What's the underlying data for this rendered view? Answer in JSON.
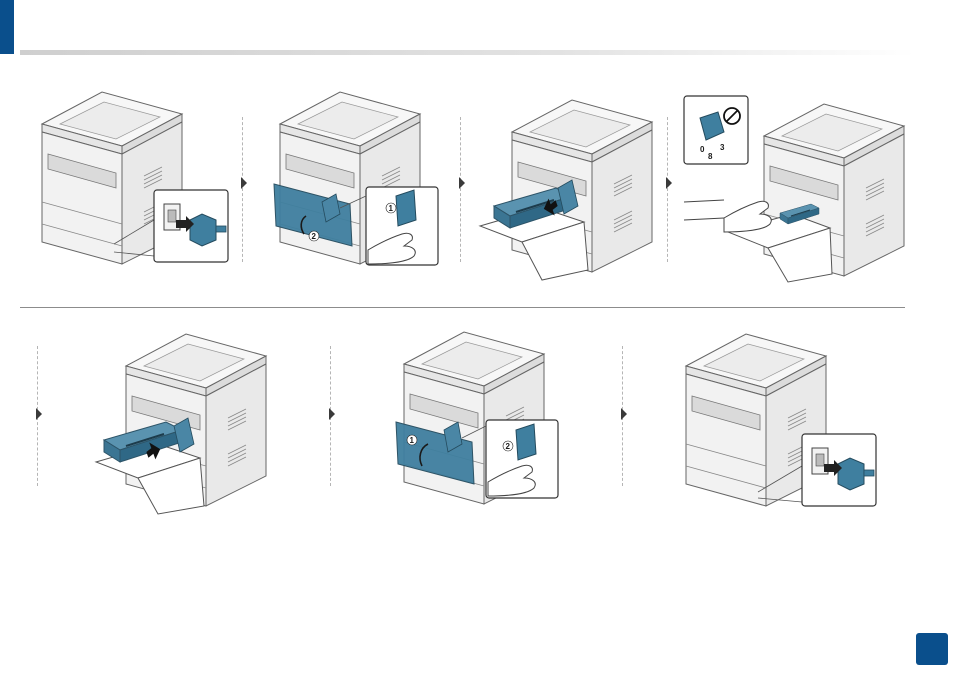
{
  "header": {
    "accent_color": "#0a4f8c"
  },
  "illustration": {
    "printer_color": "#f4f4f4",
    "toner_color": "#3f7f9f",
    "stroke_color": "#555555"
  },
  "steps": [
    {
      "icons": [
        "printer-icon",
        "power-plug-icon"
      ]
    },
    {
      "icons": [
        "printer-icon",
        "hand-icon"
      ],
      "callouts": [
        "1",
        "2"
      ]
    },
    {
      "icons": [
        "printer-icon",
        "toner-cartridge-icon"
      ]
    },
    {
      "icons": [
        "printer-icon",
        "hand-icon",
        "no-shaking-icon"
      ],
      "inset_labels": [
        "0",
        "3",
        "8"
      ]
    },
    {
      "icons": [
        "printer-icon",
        "toner-cartridge-icon"
      ]
    },
    {
      "icons": [
        "printer-icon",
        "hand-icon"
      ],
      "callouts": [
        "1",
        "2"
      ]
    },
    {
      "icons": [
        "printer-icon",
        "power-plug-icon"
      ]
    }
  ],
  "page": {
    "number": ""
  }
}
